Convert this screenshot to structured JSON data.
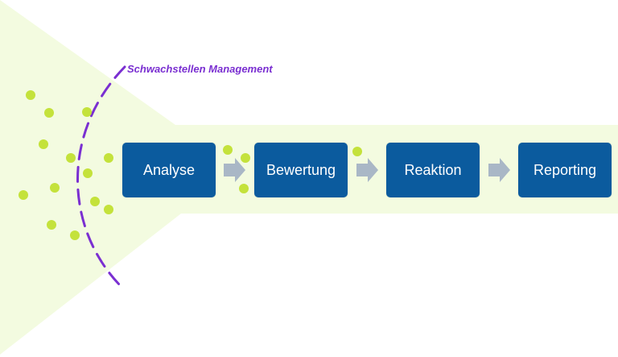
{
  "diagram": {
    "label": "Schwachstellen Management",
    "steps": [
      {
        "label": "Analyse"
      },
      {
        "label": "Bewertung"
      },
      {
        "label": "Reaktion"
      },
      {
        "label": "Reporting"
      }
    ]
  },
  "colors": {
    "funnel_fill": "#f3fbe0",
    "dot": "#c4e23b",
    "box": "#0b5b9e",
    "arrow": "#a9b7c6",
    "dashed_line": "#7a2fd1"
  }
}
